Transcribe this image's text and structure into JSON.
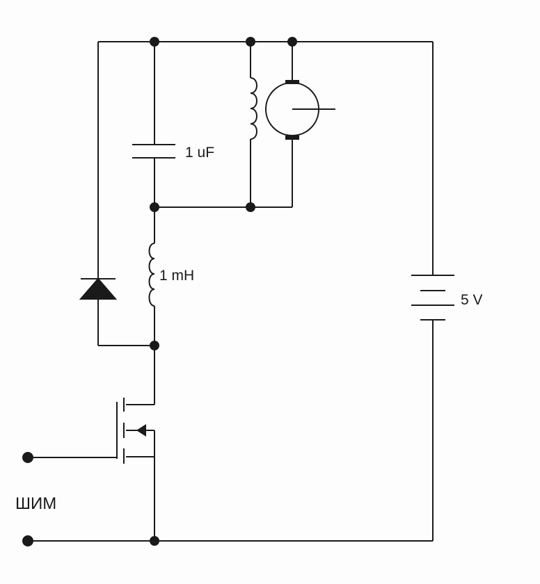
{
  "labels": {
    "capacitor": "1 uF",
    "inductor": "1 mH",
    "battery": "5 V",
    "pwm_input": "ШИМ"
  },
  "colors": {
    "wire": "#1a1a1a",
    "background": "#fdfdfd"
  },
  "components": {
    "capacitor-icon": "capacitor",
    "inductor-icon": "inductor",
    "field-winding-icon": "motor field winding",
    "motor-icon": "dc motor",
    "diode-icon": "diode",
    "battery-icon": "battery",
    "mosfet-icon": "n-channel mosfet"
  }
}
